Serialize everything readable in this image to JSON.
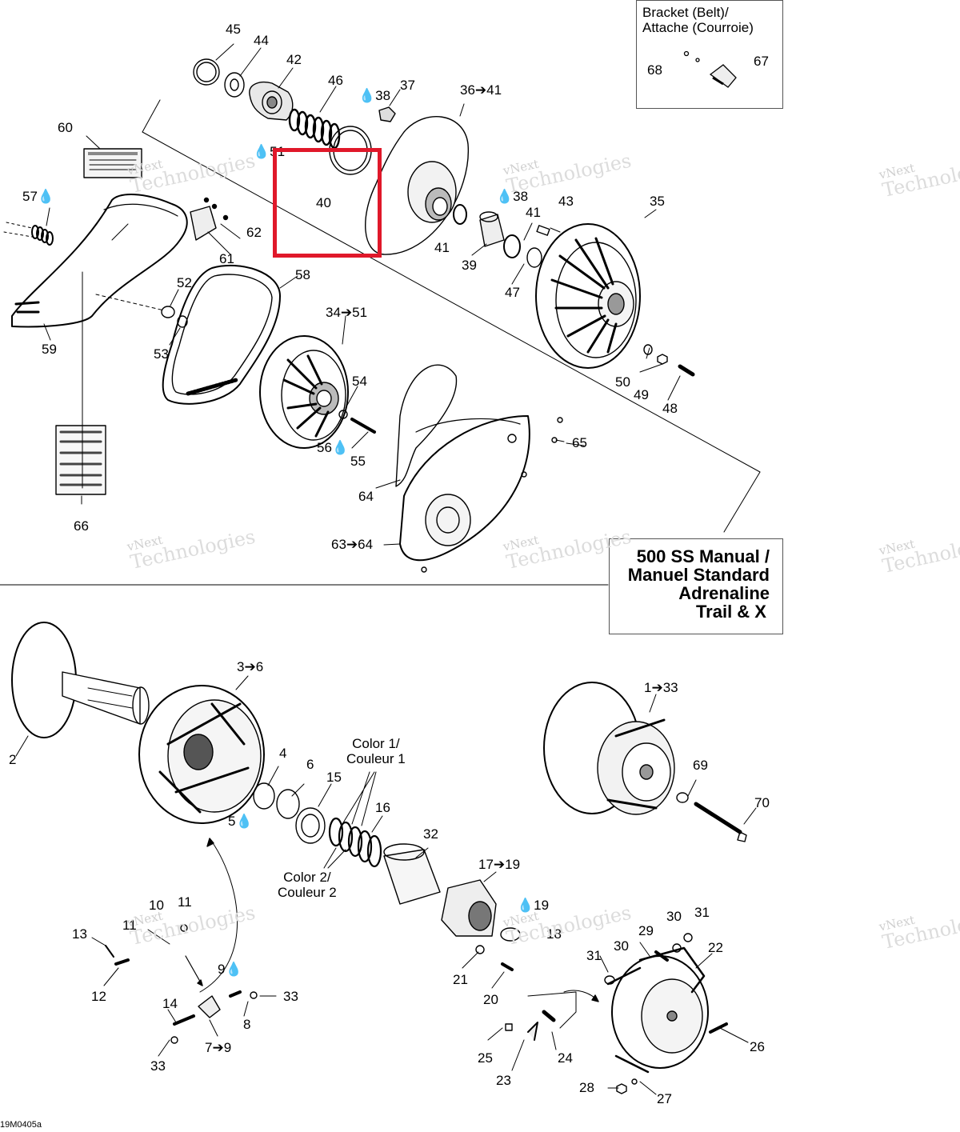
{
  "figure_id": "19M0405a",
  "callouts": {
    "c45": "45",
    "c44": "44",
    "c42": "42",
    "c46": "46",
    "c38a": "38",
    "c37": "37",
    "c36": "36➔41",
    "c60": "60",
    "c51": "51",
    "c40": "40",
    "c57": "57",
    "c62": "62",
    "c61": "61",
    "c38b": "38",
    "c43": "43",
    "c35": "35",
    "c41a": "41",
    "c41b": "41",
    "c39": "39",
    "c47": "47",
    "c52": "52",
    "c58": "58",
    "c59": "59",
    "c53": "53",
    "c34": "34➔51",
    "c50": "50",
    "c49": "49",
    "c48": "48",
    "c54": "54",
    "c56": "56",
    "c55": "55",
    "c65": "65",
    "c64": "64",
    "c66": "66",
    "c6364": "63➔64",
    "c3_6": "3➔6",
    "c1_33": "1➔33",
    "c2": "2",
    "c4": "4",
    "c6": "6",
    "c15": "15",
    "c16": "16",
    "c5": "5",
    "c69": "69",
    "c70": "70",
    "c32": "32",
    "c17": "17➔19",
    "c19": "19",
    "c18": "18",
    "c10": "10",
    "c11a": "11",
    "c11b": "11",
    "c13": "13",
    "c12": "12",
    "c9": "9",
    "c33a": "33",
    "c14": "14",
    "c8": "8",
    "c79": "7➔9",
    "c33b": "33",
    "c30a": "30",
    "c31a": "31",
    "c29": "29",
    "c22": "22",
    "c31b": "31",
    "c30b": "30",
    "c21": "21",
    "c20": "20",
    "c25": "25",
    "c24": "24",
    "c23": "23",
    "c26": "26",
    "c28": "28",
    "c27": "27"
  },
  "color_notes": {
    "color1": "Color 1/\nCouleur 1",
    "color2": "Color 2/\nCouleur 2"
  },
  "bracket_box": {
    "title_line1": "Bracket (Belt)/",
    "title_line2": "Attache (Courroie)",
    "c68": "68",
    "c67": "67"
  },
  "model_box": {
    "line1": "500 SS Manual /",
    "line2": "Manuel Standard",
    "line3": "Adrenaline",
    "line4": "Trail & X"
  },
  "watermark": {
    "line1": "vNext",
    "line2": "Technologies"
  },
  "colors": {
    "highlight": "#e0182a",
    "ink": "#000000",
    "watermark": "#cfcfcf"
  }
}
